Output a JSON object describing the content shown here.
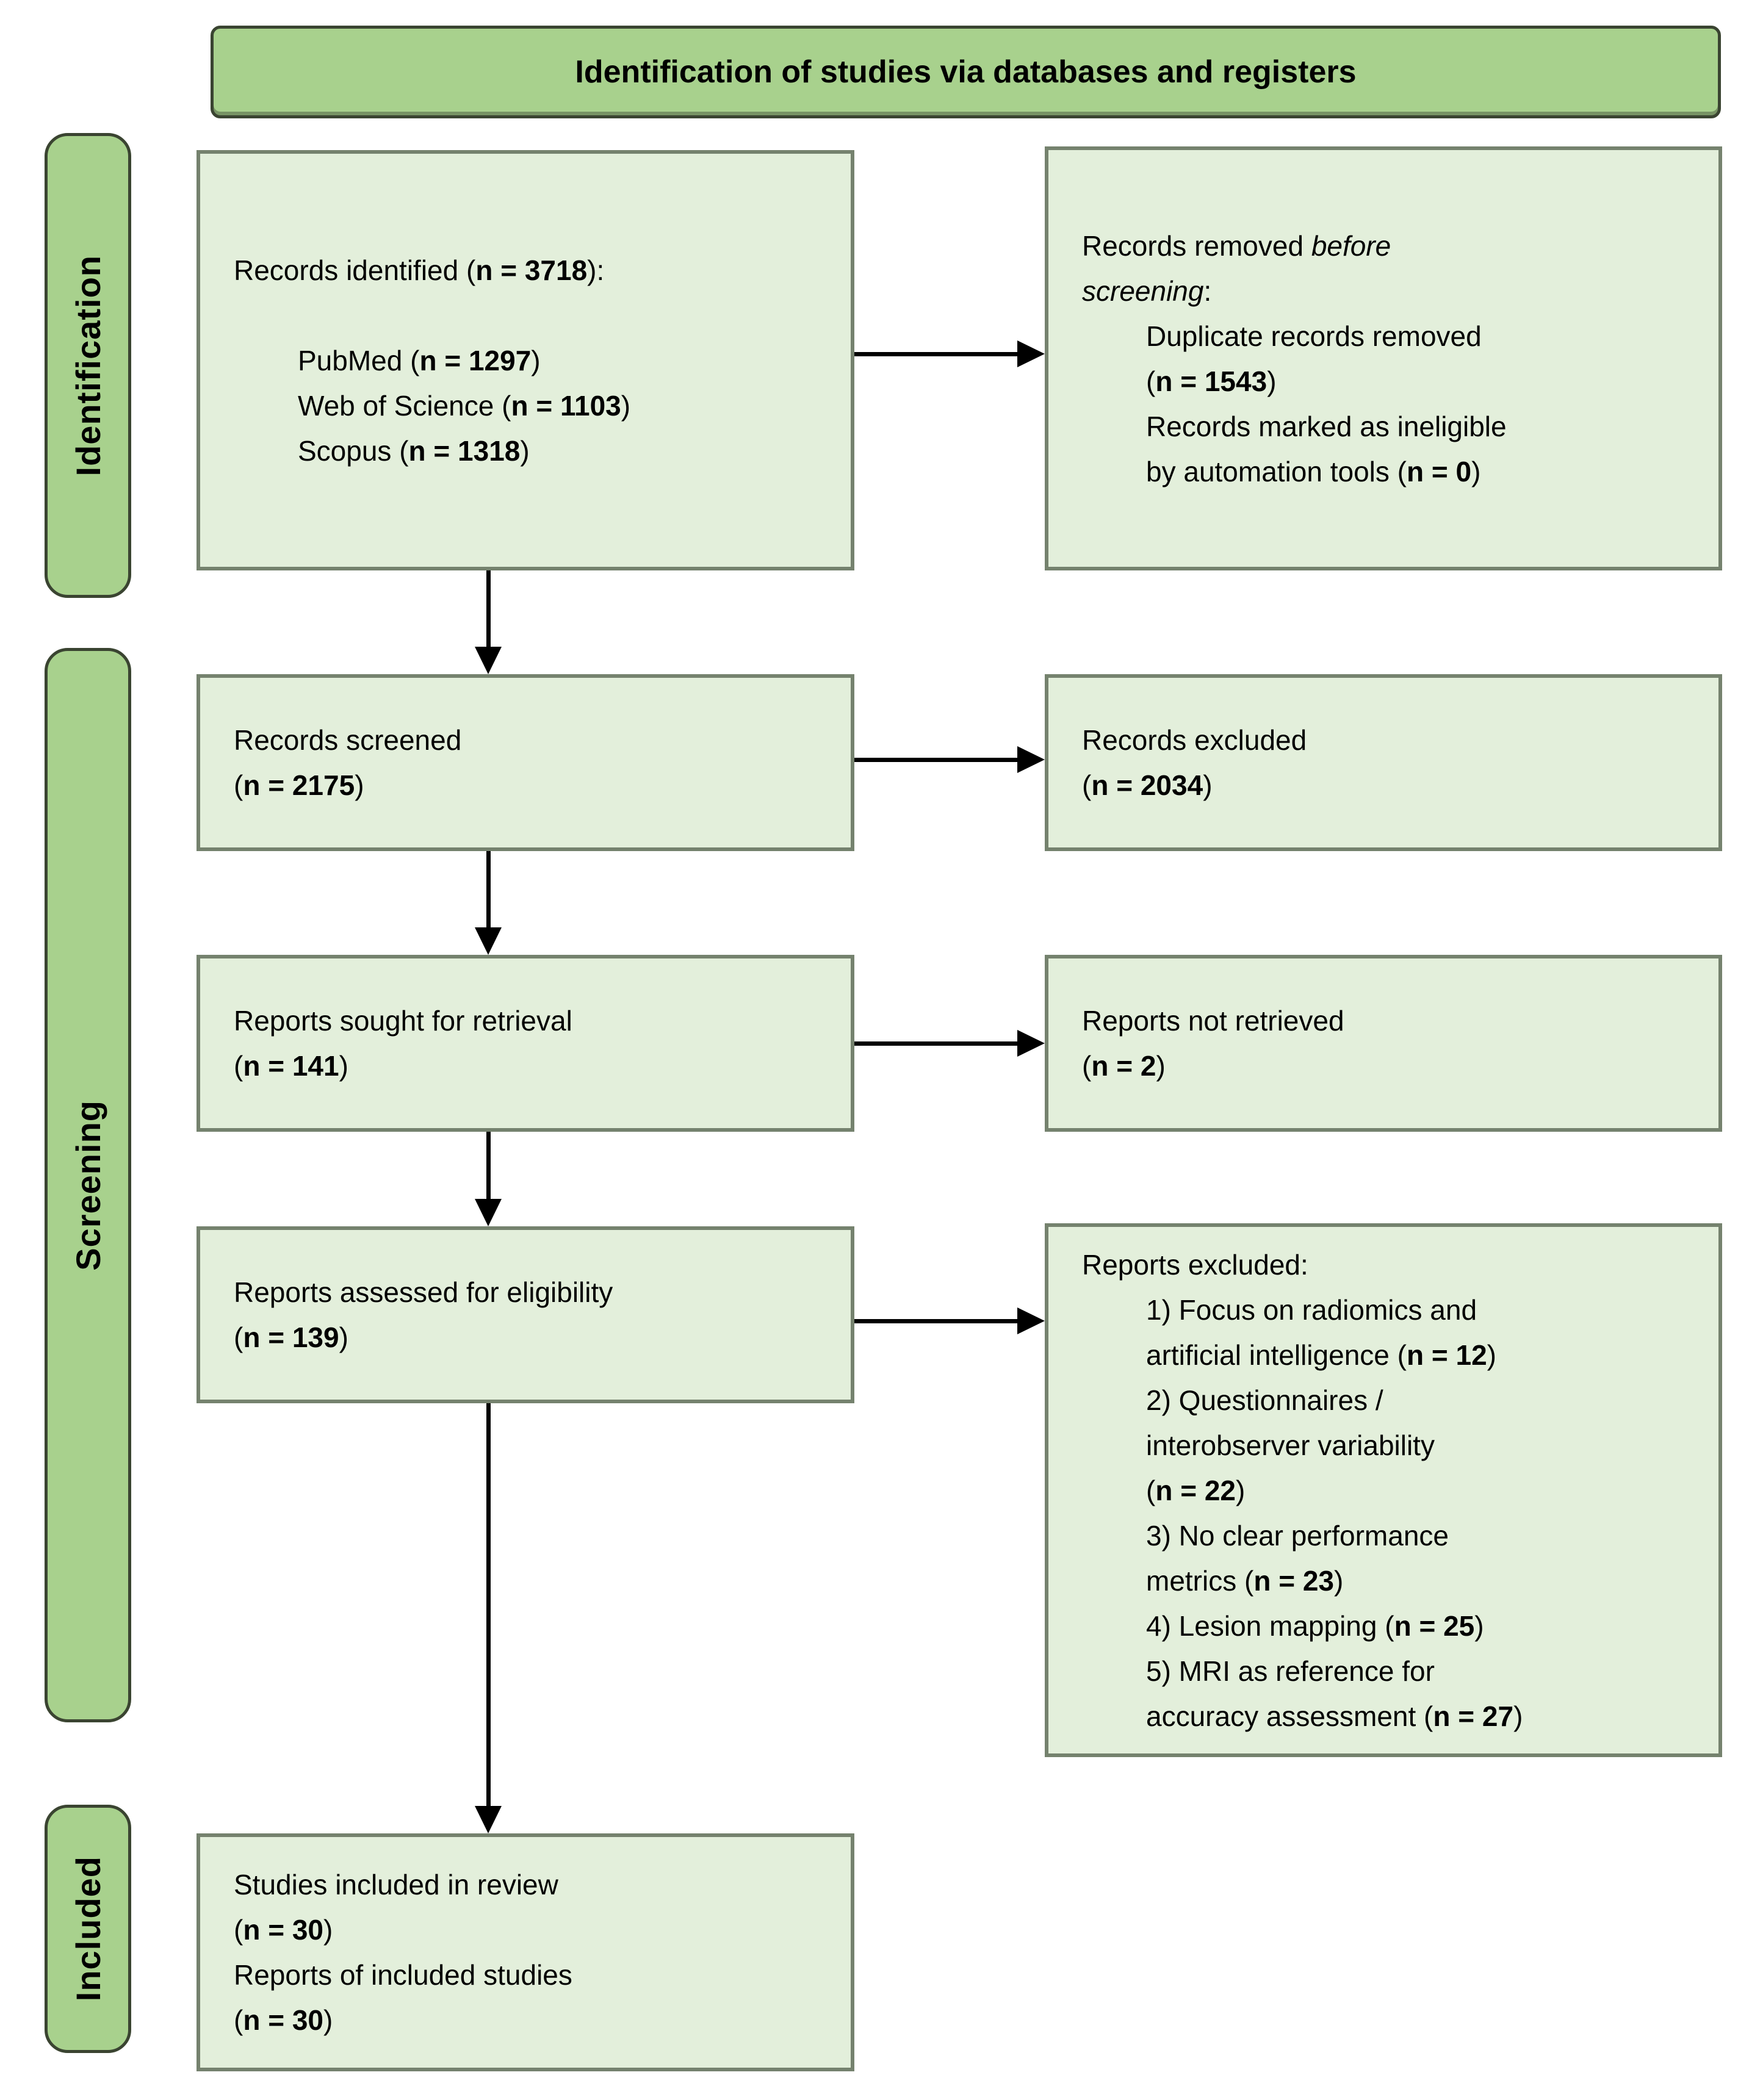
{
  "title": "Identification of studies via databases and registers",
  "colors": {
    "band_fill": "#a8d18d",
    "band_border": "#3a4431",
    "box_fill": "#e3efdb",
    "box_border": "#75826e",
    "arrow": "#000000"
  },
  "sidebar": {
    "stages": [
      {
        "label": "Identification"
      },
      {
        "label": "Screening"
      },
      {
        "label": "Included"
      }
    ]
  },
  "boxes": {
    "records_identified": {
      "lines": [
        {
          "segs": [
            {
              "t": "Records identified ("
            },
            {
              "t": "n = 3718",
              "b": true
            },
            {
              "t": "):"
            }
          ]
        },
        {
          "segs": []
        },
        {
          "indent": true,
          "segs": [
            {
              "t": "PubMed ("
            },
            {
              "t": "n = 1297",
              "b": true
            },
            {
              "t": ")"
            }
          ]
        },
        {
          "indent": true,
          "segs": [
            {
              "t": "Web of Science ("
            },
            {
              "t": "n = 1103",
              "b": true
            },
            {
              "t": ")"
            }
          ]
        },
        {
          "indent": true,
          "segs": [
            {
              "t": "Scopus ("
            },
            {
              "t": "n = 1318",
              "b": true
            },
            {
              "t": ")"
            }
          ]
        }
      ]
    },
    "records_removed": {
      "lines": [
        {
          "segs": [
            {
              "t": "Records removed "
            },
            {
              "t": "before",
              "i": true
            }
          ]
        },
        {
          "segs": [
            {
              "t": "screening",
              "i": true
            },
            {
              "t": ":"
            }
          ]
        },
        {
          "indent": true,
          "segs": [
            {
              "t": "Duplicate records removed"
            }
          ]
        },
        {
          "indent": true,
          "segs": [
            {
              "t": "("
            },
            {
              "t": "n = 1543",
              "b": true
            },
            {
              "t": ")"
            }
          ]
        },
        {
          "indent": true,
          "segs": [
            {
              "t": "Records marked as ineligible"
            }
          ]
        },
        {
          "indent": true,
          "segs": [
            {
              "t": "by automation tools ("
            },
            {
              "t": "n = 0",
              "b": true
            },
            {
              "t": ")"
            }
          ]
        }
      ]
    },
    "records_screened": {
      "lines": [
        {
          "segs": [
            {
              "t": "Records screened"
            }
          ]
        },
        {
          "segs": [
            {
              "t": "("
            },
            {
              "t": "n = 2175",
              "b": true
            },
            {
              "t": ")"
            }
          ]
        }
      ]
    },
    "records_excluded": {
      "lines": [
        {
          "segs": [
            {
              "t": "Records excluded"
            }
          ]
        },
        {
          "segs": [
            {
              "t": "("
            },
            {
              "t": "n = 2034",
              "b": true
            },
            {
              "t": ")"
            }
          ]
        }
      ]
    },
    "reports_sought": {
      "lines": [
        {
          "segs": [
            {
              "t": "Reports sought for retrieval"
            }
          ]
        },
        {
          "segs": [
            {
              "t": "("
            },
            {
              "t": "n = 141",
              "b": true
            },
            {
              "t": ")"
            }
          ]
        }
      ]
    },
    "reports_not_retrieved": {
      "lines": [
        {
          "segs": [
            {
              "t": "Reports not retrieved"
            }
          ]
        },
        {
          "segs": [
            {
              "t": "("
            },
            {
              "t": "n = 2",
              "b": true
            },
            {
              "t": ")"
            }
          ]
        }
      ]
    },
    "reports_assessed": {
      "lines": [
        {
          "segs": [
            {
              "t": "Reports assessed for eligibility"
            }
          ]
        },
        {
          "segs": [
            {
              "t": "("
            },
            {
              "t": "n = 139",
              "b": true
            },
            {
              "t": ")"
            }
          ]
        }
      ]
    },
    "reports_excluded": {
      "lines": [
        {
          "segs": [
            {
              "t": "Reports excluded:"
            }
          ]
        },
        {
          "indent": true,
          "segs": [
            {
              "t": "1) Focus on radiomics and"
            }
          ]
        },
        {
          "indent": true,
          "segs": [
            {
              "t": "artificial intelligence ("
            },
            {
              "t": "n = 12",
              "b": true
            },
            {
              "t": ")"
            }
          ]
        },
        {
          "indent": true,
          "segs": [
            {
              "t": "2) Questionnaires /"
            }
          ]
        },
        {
          "indent": true,
          "segs": [
            {
              "t": "interobserver variability"
            }
          ]
        },
        {
          "indent": true,
          "segs": [
            {
              "t": "("
            },
            {
              "t": "n = 22",
              "b": true
            },
            {
              "t": ")"
            }
          ]
        },
        {
          "indent": true,
          "segs": [
            {
              "t": "3) No clear performance"
            }
          ]
        },
        {
          "indent": true,
          "segs": [
            {
              "t": "metrics ("
            },
            {
              "t": "n = 23",
              "b": true
            },
            {
              "t": ")"
            }
          ]
        },
        {
          "indent": true,
          "segs": [
            {
              "t": "4) Lesion mapping ("
            },
            {
              "t": "n = 25",
              "b": true
            },
            {
              "t": ")"
            }
          ]
        },
        {
          "indent": true,
          "segs": [
            {
              "t": "5) MRI as reference for"
            }
          ]
        },
        {
          "indent": true,
          "segs": [
            {
              "t": "accuracy assessment ("
            },
            {
              "t": "n = 27",
              "b": true
            },
            {
              "t": ")"
            }
          ]
        }
      ]
    },
    "studies_included": {
      "lines": [
        {
          "segs": [
            {
              "t": "Studies included in review"
            }
          ]
        },
        {
          "segs": [
            {
              "t": "("
            },
            {
              "t": "n = 30",
              "b": true
            },
            {
              "t": ")"
            }
          ]
        },
        {
          "segs": [
            {
              "t": "Reports of included studies"
            }
          ]
        },
        {
          "segs": [
            {
              "t": "("
            },
            {
              "t": "n = 30",
              "b": true
            },
            {
              "t": ")"
            }
          ]
        }
      ]
    }
  }
}
